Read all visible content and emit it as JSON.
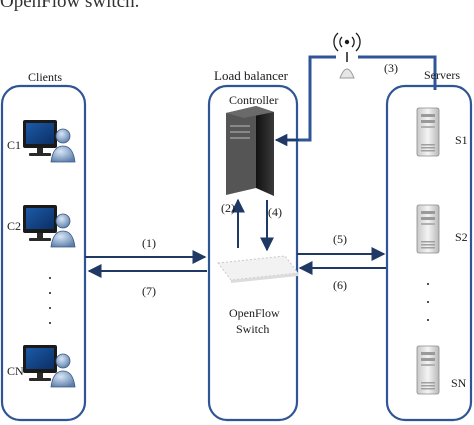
{
  "caption": "OpenFlow switch.",
  "groups": {
    "clients": "Clients",
    "load_balancer": "Load balancer",
    "servers": "Servers"
  },
  "controller": "Controller",
  "switch": {
    "line1": "OpenFlow",
    "line2": "Switch"
  },
  "clients": [
    "C1",
    "C2",
    "CN"
  ],
  "servers": [
    "S1",
    "S2",
    "SN"
  ],
  "steps": [
    "(1)",
    "(2)",
    "(3)",
    "(4)",
    "(5)",
    "(6)",
    "(7)"
  ],
  "colors": {
    "accent": "#2f5597",
    "arrow": "#1f3864",
    "line": "#1a1a1a"
  }
}
